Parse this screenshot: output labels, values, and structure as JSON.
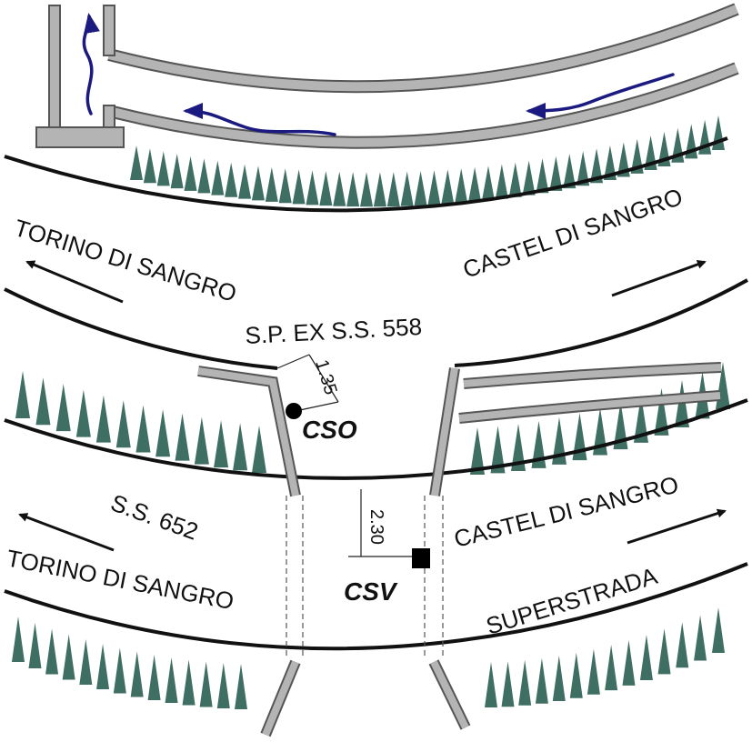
{
  "labels": {
    "upper_left": "TORINO DI SANGRO",
    "upper_right": "CASTEL DI SANGRO",
    "upper_road": "S.P. EX S.S. 558",
    "lower_road": "S.S. 652",
    "lower_left": "TORINO DI SANGRO",
    "lower_right": "CASTEL DI SANGRO",
    "lower_right_sub": "SUPERSTRADA"
  },
  "sensors": {
    "cso": {
      "name": "CSO",
      "distance": "1.35"
    },
    "csv": {
      "name": "CSV",
      "distance": "2.30"
    }
  },
  "colors": {
    "vegetation": "#3f6e62",
    "flow_arrow": "#1a1a80",
    "wall": "#b4b4b4"
  }
}
